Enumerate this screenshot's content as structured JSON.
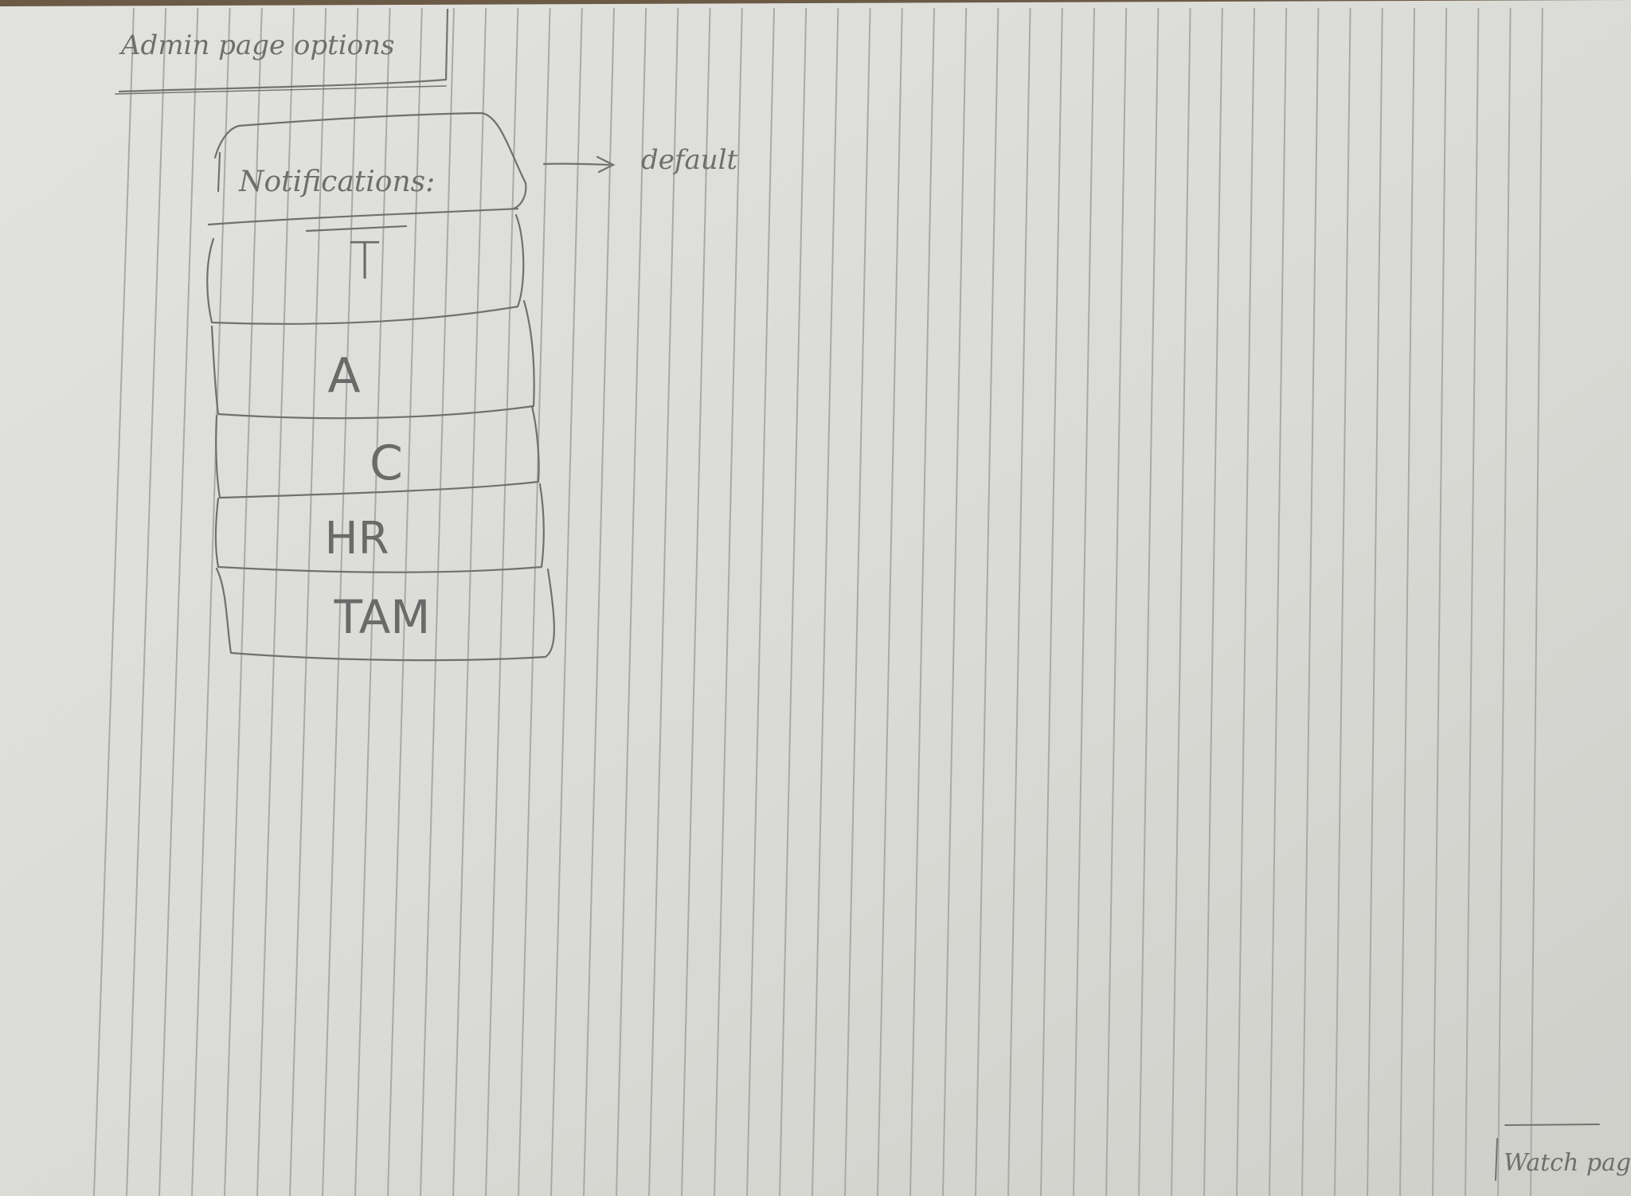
{
  "page": {
    "title": "Admin page options",
    "default_note": "default",
    "footer_note": "Watch page"
  },
  "notifications": {
    "header_label": "Notifications:",
    "items": [
      {
        "label": "T"
      },
      {
        "label": "A"
      },
      {
        "label": "C"
      },
      {
        "label": "HR"
      },
      {
        "label": "TAM"
      }
    ]
  },
  "colors": {
    "paper": "#dcdcd8",
    "desk": "#6b5a45",
    "ruling": "#a9aaa8",
    "pencil": "#707070"
  }
}
